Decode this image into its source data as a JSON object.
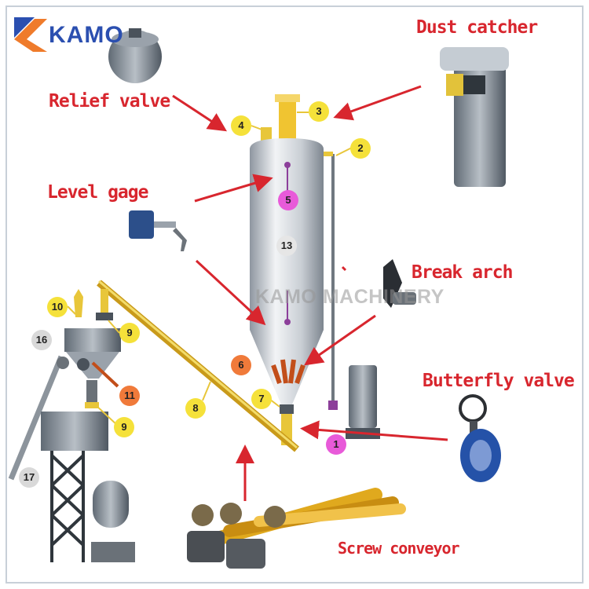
{
  "brand": {
    "logo_text": "KAMO",
    "watermark": "KAMO MACHINERY"
  },
  "labels": {
    "dust_catcher": "Dust catcher",
    "relief_valve": "Relief valve",
    "level_gage": "Level gage",
    "break_arch": "Break arch",
    "butterfly_valve": "Butterfly valve",
    "screw_conveyor": "Screw conveyor"
  },
  "markers": [
    {
      "id": "m1",
      "text": "1",
      "color": "#e85ad9"
    },
    {
      "id": "m2",
      "text": "2",
      "color": "#f5e13a"
    },
    {
      "id": "m3",
      "text": "3",
      "color": "#f5e13a"
    },
    {
      "id": "m4",
      "text": "4",
      "color": "#f5e13a"
    },
    {
      "id": "m5",
      "text": "5",
      "color": "#e85ad9"
    },
    {
      "id": "m6",
      "text": "6",
      "color": "#f07a3a"
    },
    {
      "id": "m7",
      "text": "7",
      "color": "#f5e13a"
    },
    {
      "id": "m8",
      "text": "8",
      "color": "#f5e13a"
    },
    {
      "id": "m9a",
      "text": "9",
      "color": "#f5e13a"
    },
    {
      "id": "m9b",
      "text": "9",
      "color": "#f5e13a"
    },
    {
      "id": "m10",
      "text": "10",
      "color": "#f5e13a"
    },
    {
      "id": "m11",
      "text": "11",
      "color": "#f07a3a"
    },
    {
      "id": "m13",
      "text": "13",
      "color": "#e6e6e6"
    },
    {
      "id": "m16",
      "text": "16",
      "color": "#d9d9d9"
    },
    {
      "id": "m17",
      "text": "17",
      "color": "#d9d9d9"
    }
  ],
  "colors": {
    "label_red": "#d8262e",
    "logo_blue": "#2b4fb0",
    "logo_orange": "#ef7b2b",
    "pipe_yellow": "#e8c63a"
  }
}
